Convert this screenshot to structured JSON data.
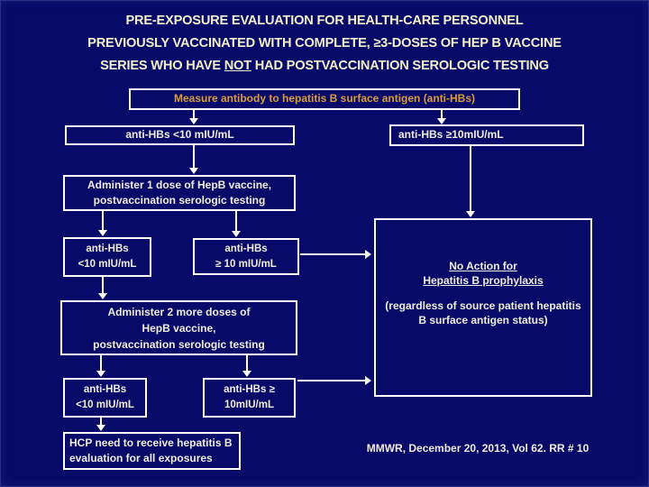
{
  "slide": {
    "title": {
      "line1": "PRE-EXPOSURE EVALUATION FOR HEALTH-CARE PERSONNEL",
      "line2": "PREVIOUSLY VACCINATED WITH COMPLETE, ≥3-DOSES OF HEP B VACCINE",
      "line3_before": "SERIES WHO HAVE ",
      "line3_underlined": "NOT",
      "line3_after": " HAD POSTVACCINATION SEROLOGIC TESTING"
    },
    "citation": "MMWR, December 20, 2013, Vol 62. RR # 10"
  },
  "flowchart": {
    "measure": "Measure antibody to hepatitis B surface antigen (anti-HBs)",
    "level1_left": "anti-HBs <10 mIU/mL",
    "level1_right": "anti-HBs ≥10mIU/mL",
    "administer1": {
      "line1": "Administer 1 dose of HepB vaccine,",
      "line2": "postvaccination serologic testing"
    },
    "level2_left": {
      "line1": "anti-HBs",
      "line2": "<10 mIU/mL"
    },
    "level2_mid": {
      "line1": "anti-HBs",
      "line2": "≥ 10 mIU/mL"
    },
    "administer2": {
      "line1": "Administer 2 more doses of",
      "line2": "HepB vaccine,",
      "line3": "postvaccination serologic testing"
    },
    "level3_left": {
      "line1": "anti-HBs",
      "line2": "<10 mIU/mL"
    },
    "level3_mid": {
      "line1": "anti-HBs ≥",
      "line2": "10mIU/mL"
    },
    "no_action": {
      "heading1": "No Action for",
      "heading2": "Hepatitis B prophylaxis",
      "note1": "(regardless of source patient hepatitis",
      "note2": "B surface antigen status)"
    },
    "hcp": {
      "line1": "HCP need to receive hepatitis B",
      "line2": "evaluation for all exposures"
    }
  },
  "colors": {
    "background": "#070A68",
    "box_border": "#FFFFFF",
    "title_text": "#F2EEC9",
    "measure_text": "#DB9C3D",
    "box_text": "#EFEDE0"
  }
}
